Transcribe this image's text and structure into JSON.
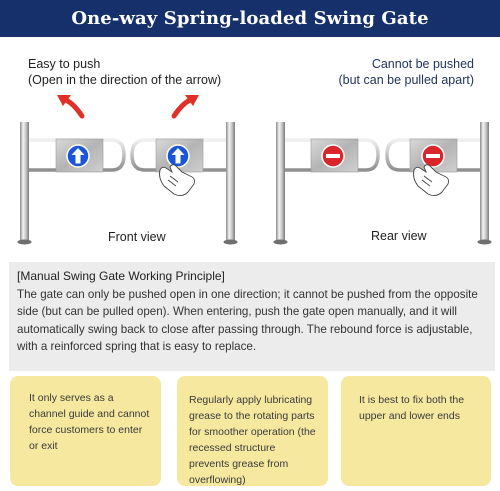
{
  "header": {
    "title": "One-way Spring-loaded Swing Gate"
  },
  "captions": {
    "left_line1": "Easy to push",
    "left_line2": "(Open in the direction of the arrow)",
    "right_line1": "Cannot be pushed",
    "right_line2": "(but can be pulled apart)"
  },
  "views": {
    "front": "Front view",
    "rear": "Rear view"
  },
  "principle": {
    "title": "[Manual Swing Gate Working Principle]",
    "body": "The gate can only be pushed open in one direction; it cannot be pushed from the opposite side (but can be pulled open). When entering, push the gate open manually, and it will automatically swing back to close after passing through. The rebound force is adjustable, with a reinforced spring that is easy to replace."
  },
  "cards": [
    {
      "text": "It only serves as a channel guide and cannot force customers to enter or exit"
    },
    {
      "text": "Regularly apply lubricating grease to the rotating parts for smoother operation (the recessed structure prevents grease from overflowing)"
    },
    {
      "text": "It is best to fix both the upper and lower ends"
    }
  ],
  "colors": {
    "banner": "#16306b",
    "arrow_red": "#e0302a",
    "sign_blue": "#1a55d8",
    "sign_red": "#d8262c",
    "card_bg": "#f7e8a0",
    "panel_bg": "#ececec"
  },
  "icons": [
    "push-arrow-icon",
    "up-arrow-sign-icon",
    "no-entry-sign-icon",
    "hand-icon"
  ]
}
